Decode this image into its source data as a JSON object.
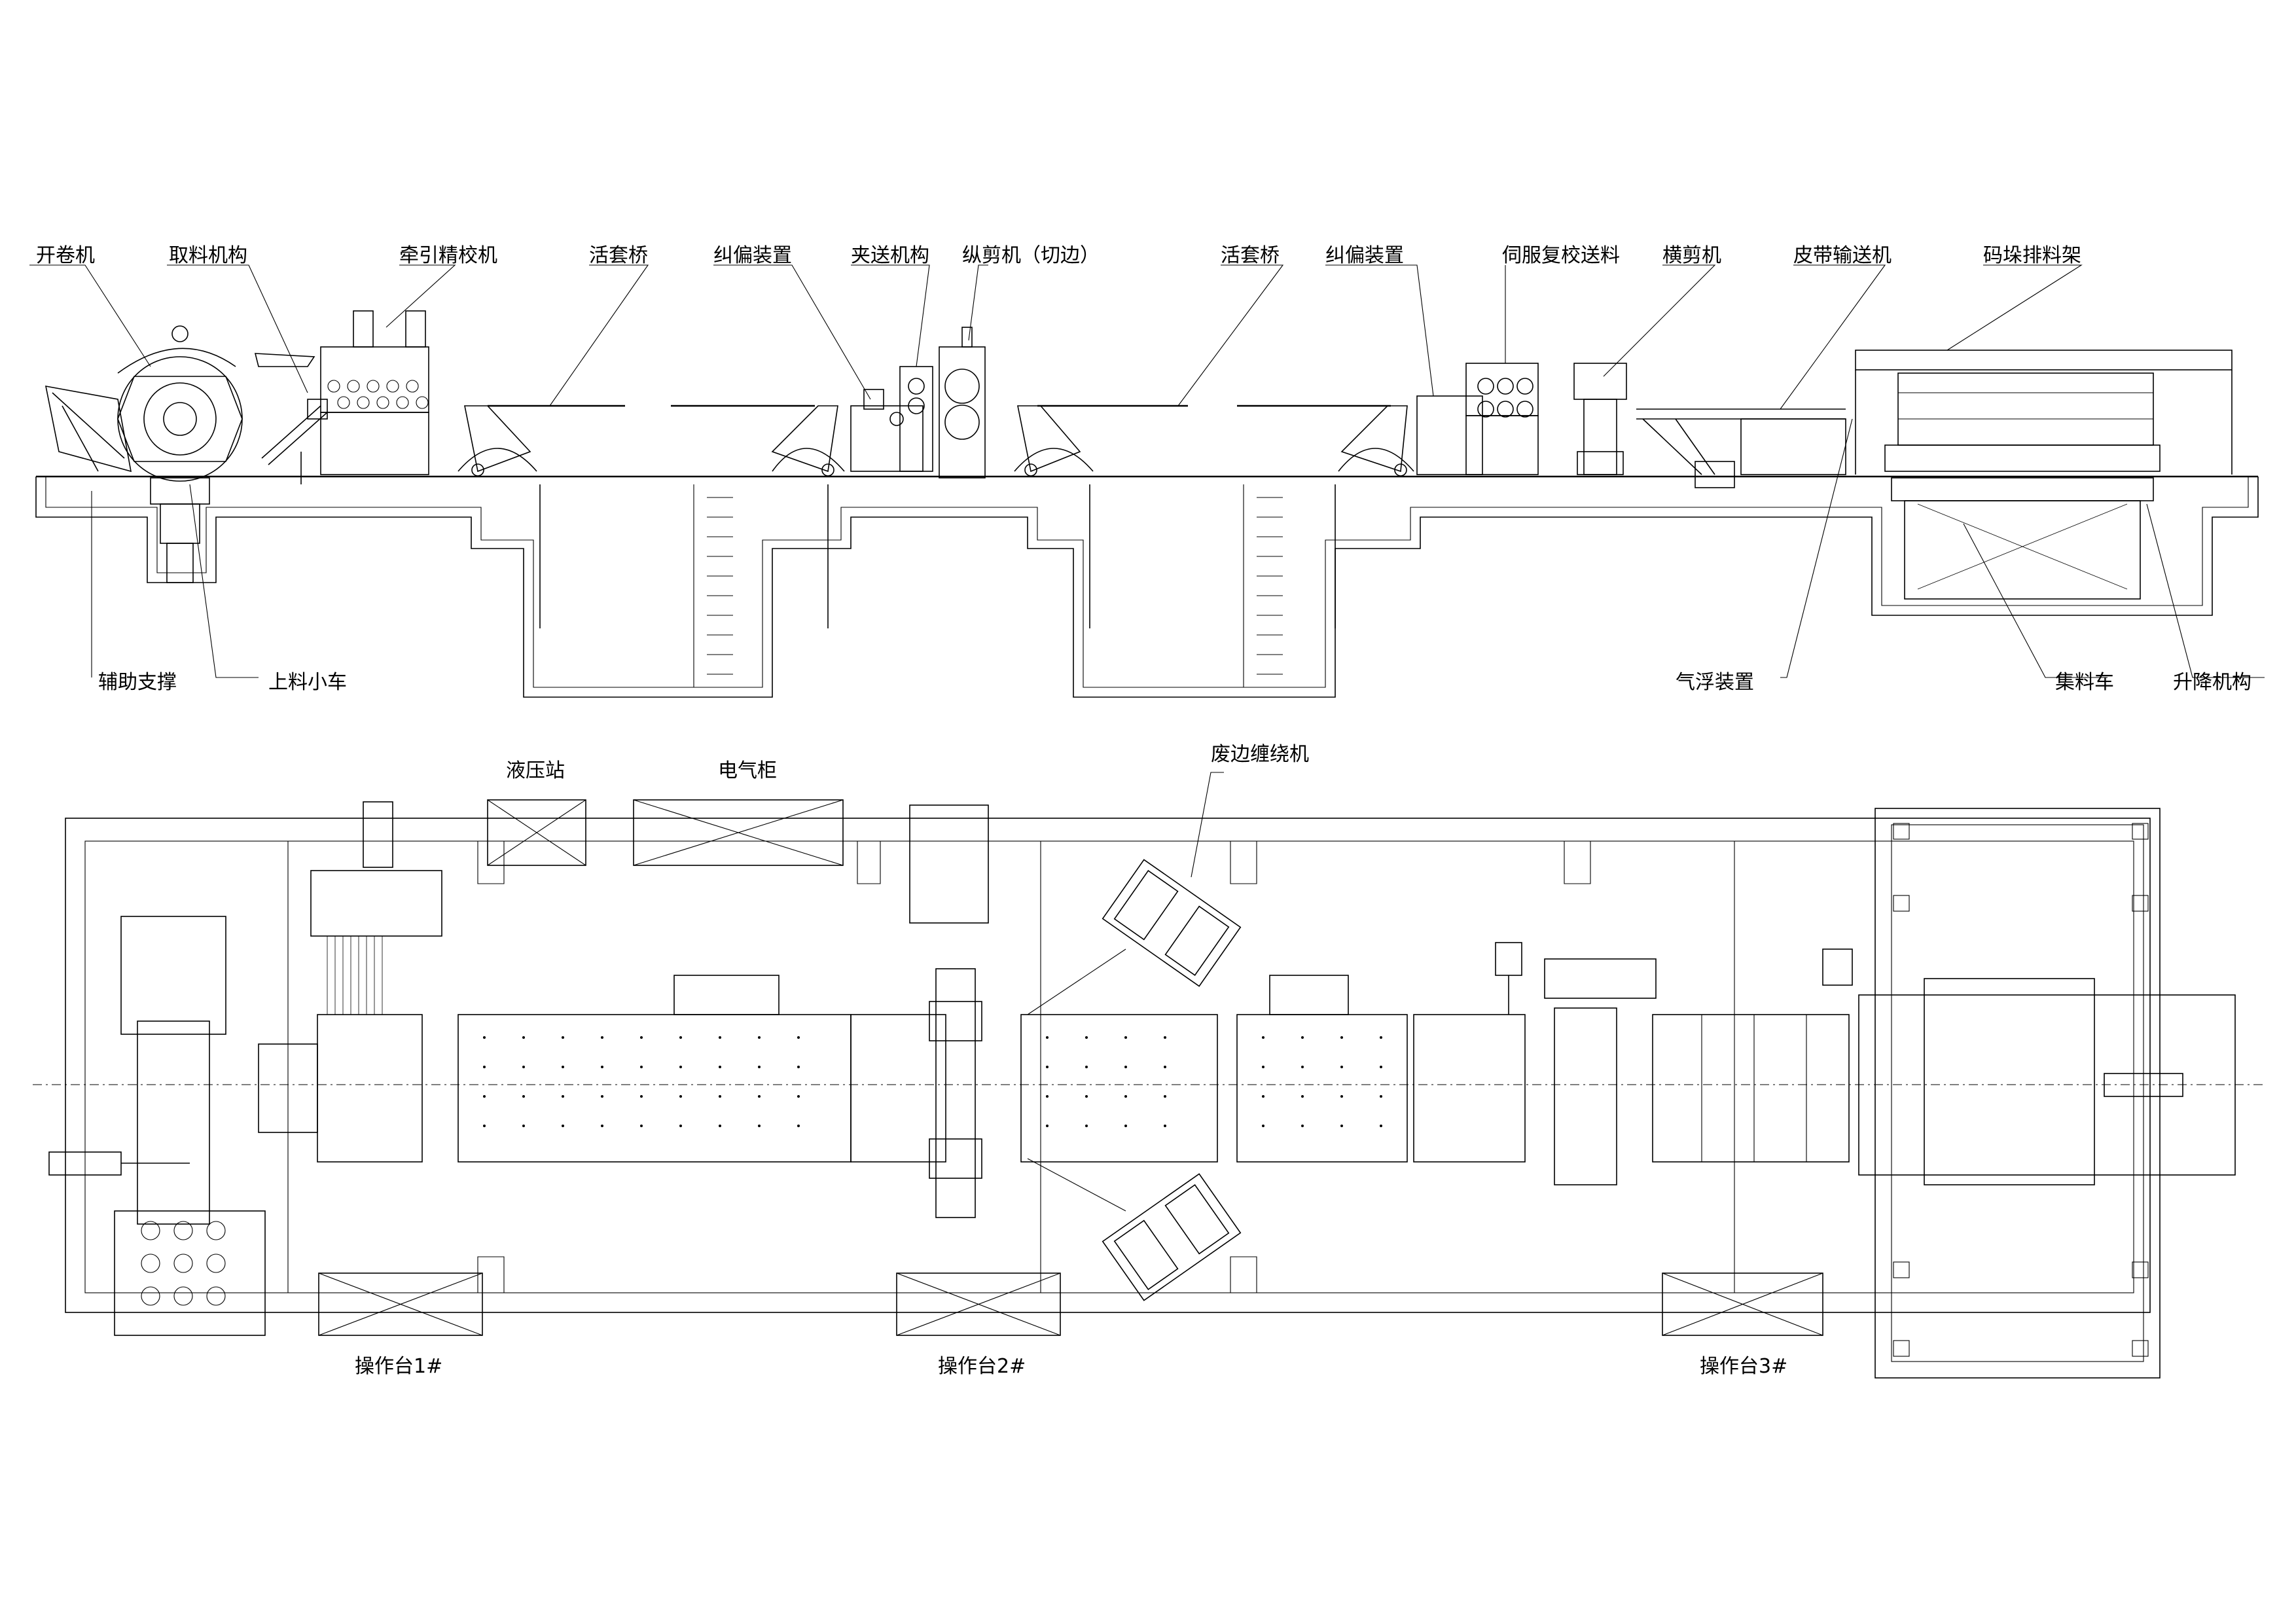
{
  "elevation_labels": {
    "uncoiler": "开卷机",
    "coil_pickup": "取料机构",
    "pinch_leveler": "牵引精校机",
    "loop_bridge_1": "活套桥",
    "guide_1": "纠偏装置",
    "pinch_feed": "夹送机构",
    "slitter": "纵剪机（切边）",
    "loop_bridge_2": "活套桥",
    "guide_2": "纠偏装置",
    "servo_feeder": "伺服复校送料",
    "cross_shear": "横剪机",
    "belt_conveyor": "皮带输送机",
    "stacker": "码垛排料架",
    "aux_support": "辅助支撑",
    "coil_car": "上料小车",
    "air_float": "气浮装置",
    "collect_car": "集料车",
    "lift_mechanism": "升降机构"
  },
  "plan_labels": {
    "hydraulic_station": "液压站",
    "electric_cabinet": "电气柜",
    "scrap_winder": "废边缠绕机",
    "console_1": "操作台1#",
    "console_2": "操作台2#",
    "console_3": "操作台3#"
  }
}
